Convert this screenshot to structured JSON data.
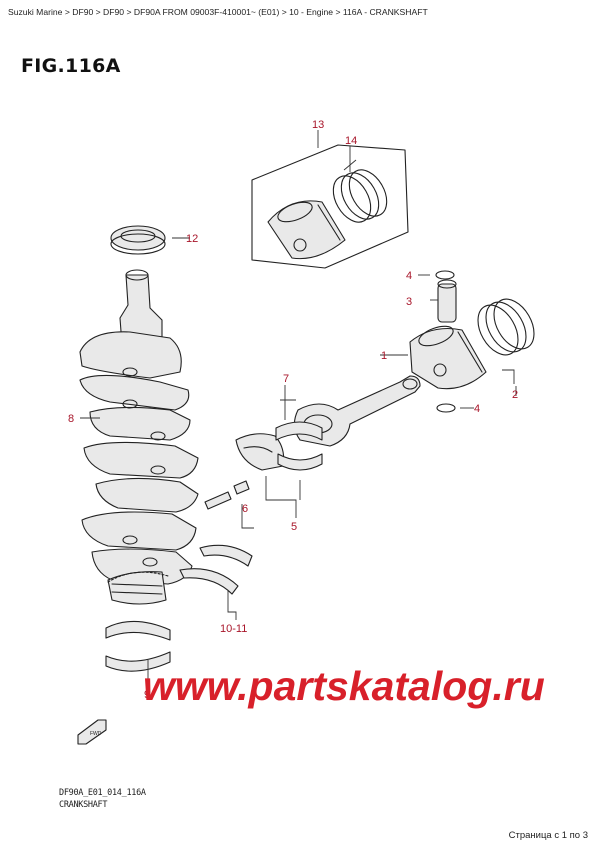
{
  "breadcrumb": "Suzuki Marine > DF90 > DF90 > DF90A FROM 09003F-410001~ (E01) > 10 - Engine > 116A - CRANKSHAFT",
  "figure_title": "FIG.116A",
  "callouts": {
    "c1": "1",
    "c2": "2",
    "c3": "3",
    "c4a": "4",
    "c4b": "4",
    "c5": "5",
    "c6": "6",
    "c7": "7",
    "c8": "8",
    "c9": "9",
    "c10_11": "10-11",
    "c12": "12",
    "c13": "13",
    "c14": "14"
  },
  "watermark": "www.partskatalog.ru",
  "drawing_code": "DF90A_E01_014_116A",
  "caption": "CRANKSHAFT",
  "pager": "Страница с 1 по 3",
  "colors": {
    "callout": "#a8162a",
    "watermark": "#d8202a"
  },
  "icons": {
    "fwd_arrow": "fwd-arrow-icon"
  }
}
